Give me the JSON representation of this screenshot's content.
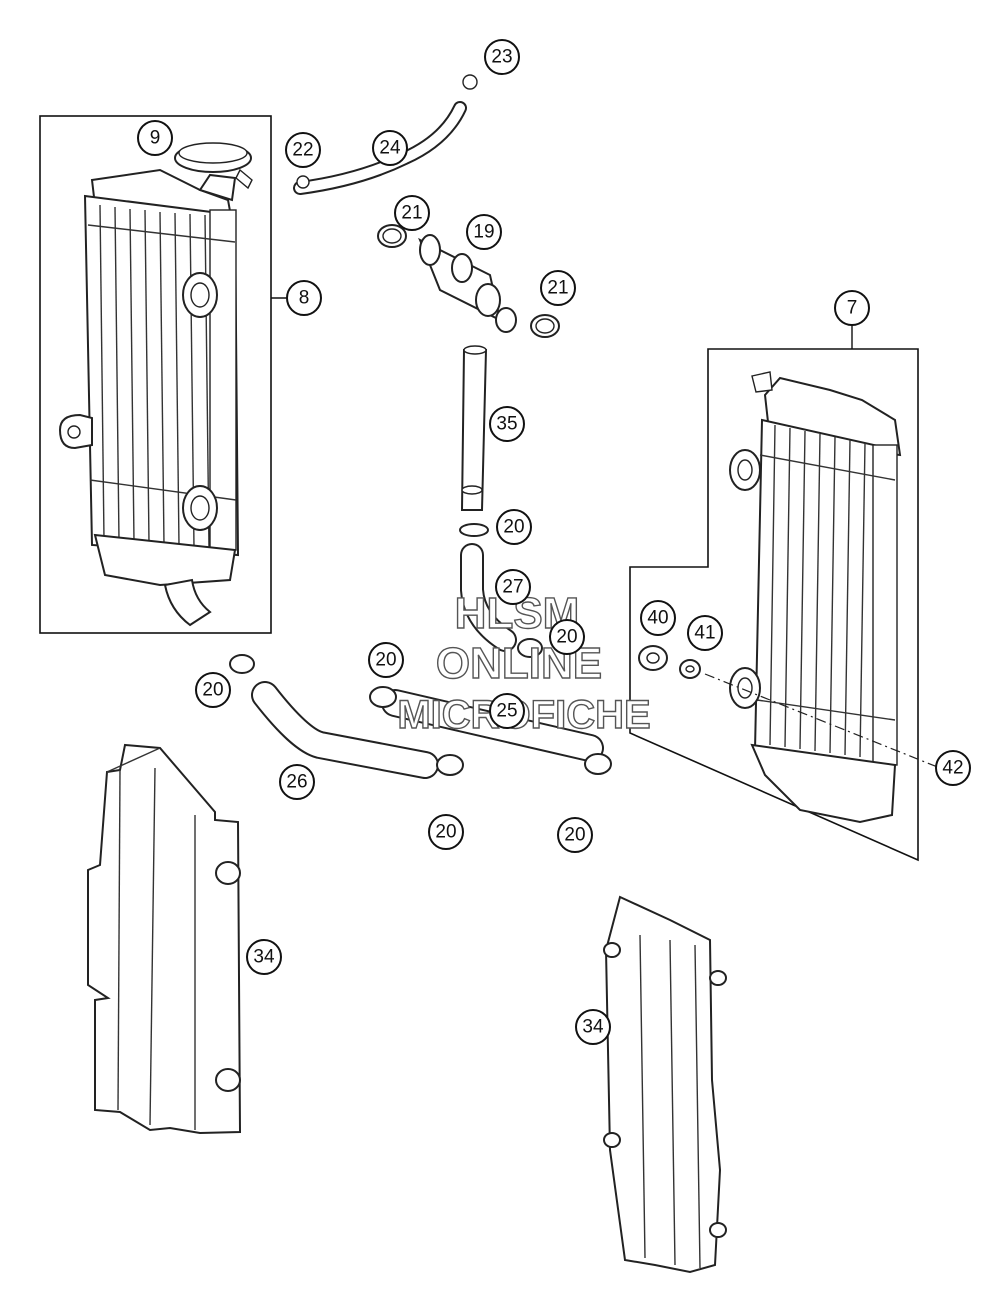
{
  "watermark": {
    "lines": [
      "HLSM",
      "ONLINE",
      "MICROFICHE"
    ]
  },
  "callouts": [
    {
      "label": "23"
    },
    {
      "label": "9"
    },
    {
      "label": "22"
    },
    {
      "label": "24"
    },
    {
      "label": "21"
    },
    {
      "label": "19"
    },
    {
      "label": "21"
    },
    {
      "label": "8"
    },
    {
      "label": "7"
    },
    {
      "label": "35"
    },
    {
      "label": "20"
    },
    {
      "label": "27"
    },
    {
      "label": "40"
    },
    {
      "label": "41"
    },
    {
      "label": "20"
    },
    {
      "label": "20"
    },
    {
      "label": "20"
    },
    {
      "label": "25"
    },
    {
      "label": "26"
    },
    {
      "label": "20"
    },
    {
      "label": "20"
    },
    {
      "label": "42"
    },
    {
      "label": "34"
    },
    {
      "label": "34"
    }
  ]
}
